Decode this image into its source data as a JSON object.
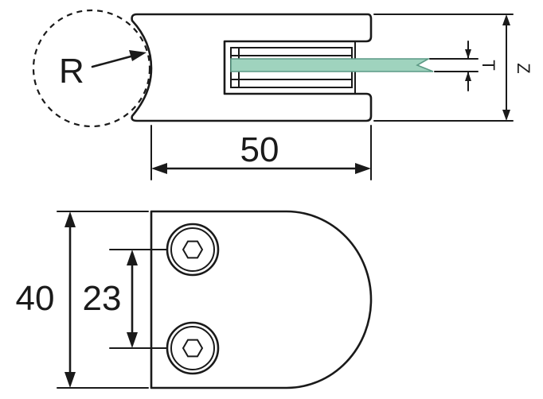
{
  "labels": {
    "radius": "R",
    "width": "50",
    "height_outer": "40",
    "hole_spacing": "23",
    "glass_thickness": "T",
    "clamp_height": "Z"
  },
  "colors": {
    "line": "#1a1a1a",
    "glass_fill": "#9fd3be",
    "glass_edge": "#5c9a85"
  }
}
